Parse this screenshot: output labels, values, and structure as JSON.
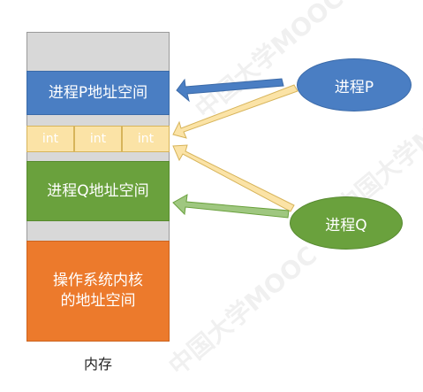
{
  "memory": {
    "label": "内存",
    "process_p_space": "进程P地址空间",
    "shared_cells": [
      "int",
      "int",
      "int"
    ],
    "process_q_space": "进程Q地址空间",
    "os_kernel_space": "操作系统内核\n的地址空间"
  },
  "processes": {
    "p_label": "进程P",
    "q_label": "进程Q"
  },
  "watermark": {
    "text": "中国大学MOOC"
  },
  "colors": {
    "process_p": "#4a7ec3",
    "process_q": "#6aa13d",
    "shared": "#fbe3a6",
    "os_kernel": "#ec7a2c",
    "memory_background": "#d8d8d8"
  }
}
